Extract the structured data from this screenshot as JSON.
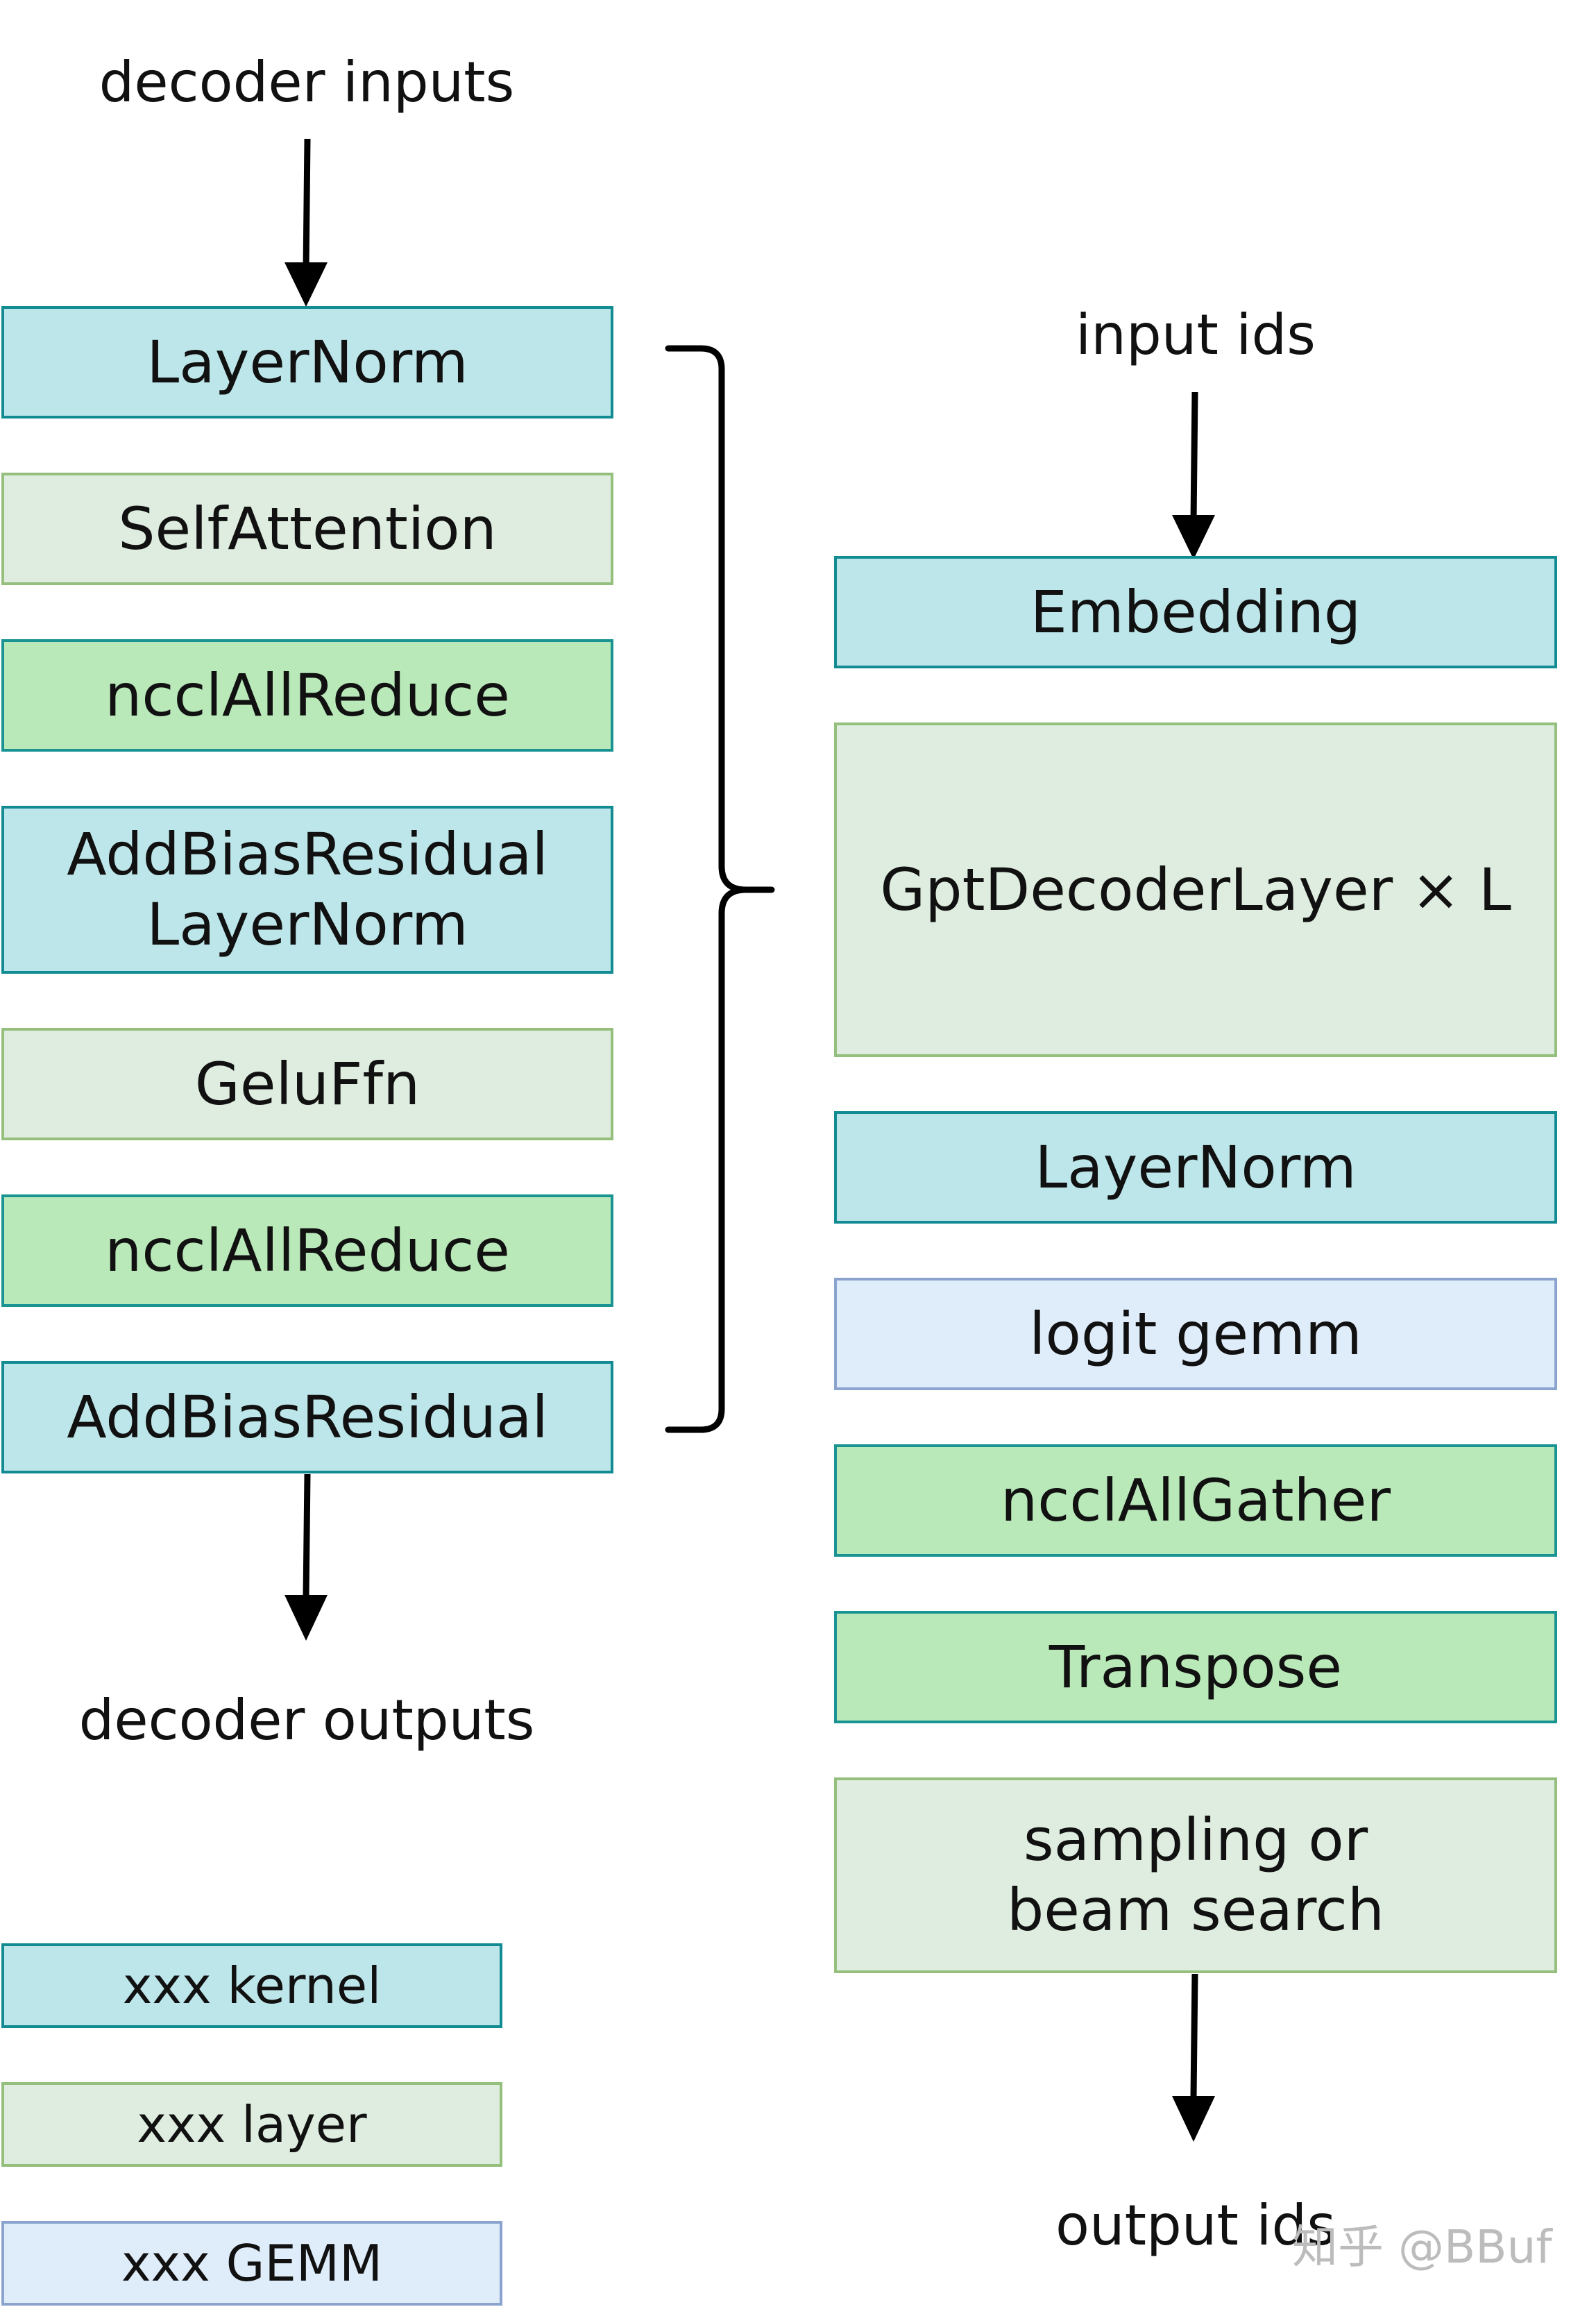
{
  "decoder_layer": {
    "input_label": "decoder inputs",
    "output_label": "decoder outputs",
    "blocks": [
      {
        "text": "LayerNorm",
        "kind": "kernel"
      },
      {
        "text": "SelfAttention",
        "kind": "layer"
      },
      {
        "text": "ncclAllReduce",
        "kind": "comm"
      },
      {
        "text": "AddBiasResidual\nLayerNorm",
        "kind": "kernel"
      },
      {
        "text": "GeluFfn",
        "kind": "layer"
      },
      {
        "text": "ncclAllReduce",
        "kind": "comm"
      },
      {
        "text": "AddBiasResidual",
        "kind": "kernel"
      }
    ]
  },
  "gpt_model": {
    "input_label": "input ids",
    "output_label": "output ids",
    "blocks": [
      {
        "text": "Embedding",
        "kind": "kernel"
      },
      {
        "text": "GptDecoderLayer × L",
        "kind": "layer"
      },
      {
        "text": "LayerNorm",
        "kind": "kernel"
      },
      {
        "text": "logit gemm",
        "kind": "gemm"
      },
      {
        "text": "ncclAllGather",
        "kind": "comm"
      },
      {
        "text": "Transpose",
        "kind": "comm"
      },
      {
        "text": "sampling or\nbeam search",
        "kind": "layer"
      }
    ]
  },
  "legend": [
    {
      "text": "xxx kernel",
      "kind": "kernel"
    },
    {
      "text": "xxx layer",
      "kind": "layer"
    },
    {
      "text": "xxx GEMM",
      "kind": "gemm"
    }
  ],
  "watermark": "知乎 @BBuf",
  "colors": {
    "kernel_fill": "#bde6ea",
    "kernel_border": "#128b93",
    "layer_fill": "#deeddf",
    "layer_border": "#95bf7d",
    "comm_fill": "#b9e8b9",
    "comm_border": "#199492",
    "gemm_fill": "#dfecf9",
    "gemm_border": "#8ba4cf",
    "arrow": "#000000"
  }
}
